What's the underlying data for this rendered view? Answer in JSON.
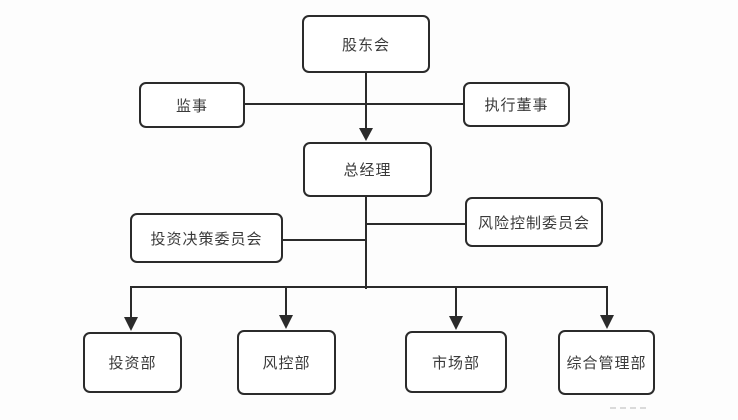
{
  "diagram": {
    "type": "org-chart",
    "colors": {
      "line": "#2b2b2b",
      "box_border": "#2b2b2b",
      "box_background": "#ffffff",
      "text": "#3a3a3a",
      "page_background": "#fdfdfd"
    },
    "nodes": {
      "shareholders": {
        "label": "股东会"
      },
      "supervisor": {
        "label": "监事"
      },
      "executive_director": {
        "label": "执行董事"
      },
      "general_manager": {
        "label": "总经理"
      },
      "investment_committee": {
        "label": "投资决策委员会"
      },
      "risk_committee": {
        "label": "风险控制委员会"
      },
      "investment_dept": {
        "label": "投资部"
      },
      "risk_dept": {
        "label": "风控部"
      },
      "marketing_dept": {
        "label": "市场部"
      },
      "general_mgmt_dept": {
        "label": "综合管理部"
      }
    },
    "edges": [
      {
        "from": "shareholders",
        "to": "general_manager",
        "arrow": true
      },
      {
        "from": "supervisor",
        "to": "shareholders_general_manager_link",
        "arrow": false
      },
      {
        "from": "executive_director",
        "to": "shareholders_general_manager_link",
        "arrow": false
      },
      {
        "from": "investment_committee",
        "to": "general_manager",
        "arrow": false
      },
      {
        "from": "risk_committee",
        "to": "general_manager",
        "arrow": false
      },
      {
        "from": "general_manager",
        "to": "investment_dept",
        "arrow": true
      },
      {
        "from": "general_manager",
        "to": "risk_dept",
        "arrow": true
      },
      {
        "from": "general_manager",
        "to": "marketing_dept",
        "arrow": true
      },
      {
        "from": "general_manager",
        "to": "general_mgmt_dept",
        "arrow": true
      }
    ]
  }
}
